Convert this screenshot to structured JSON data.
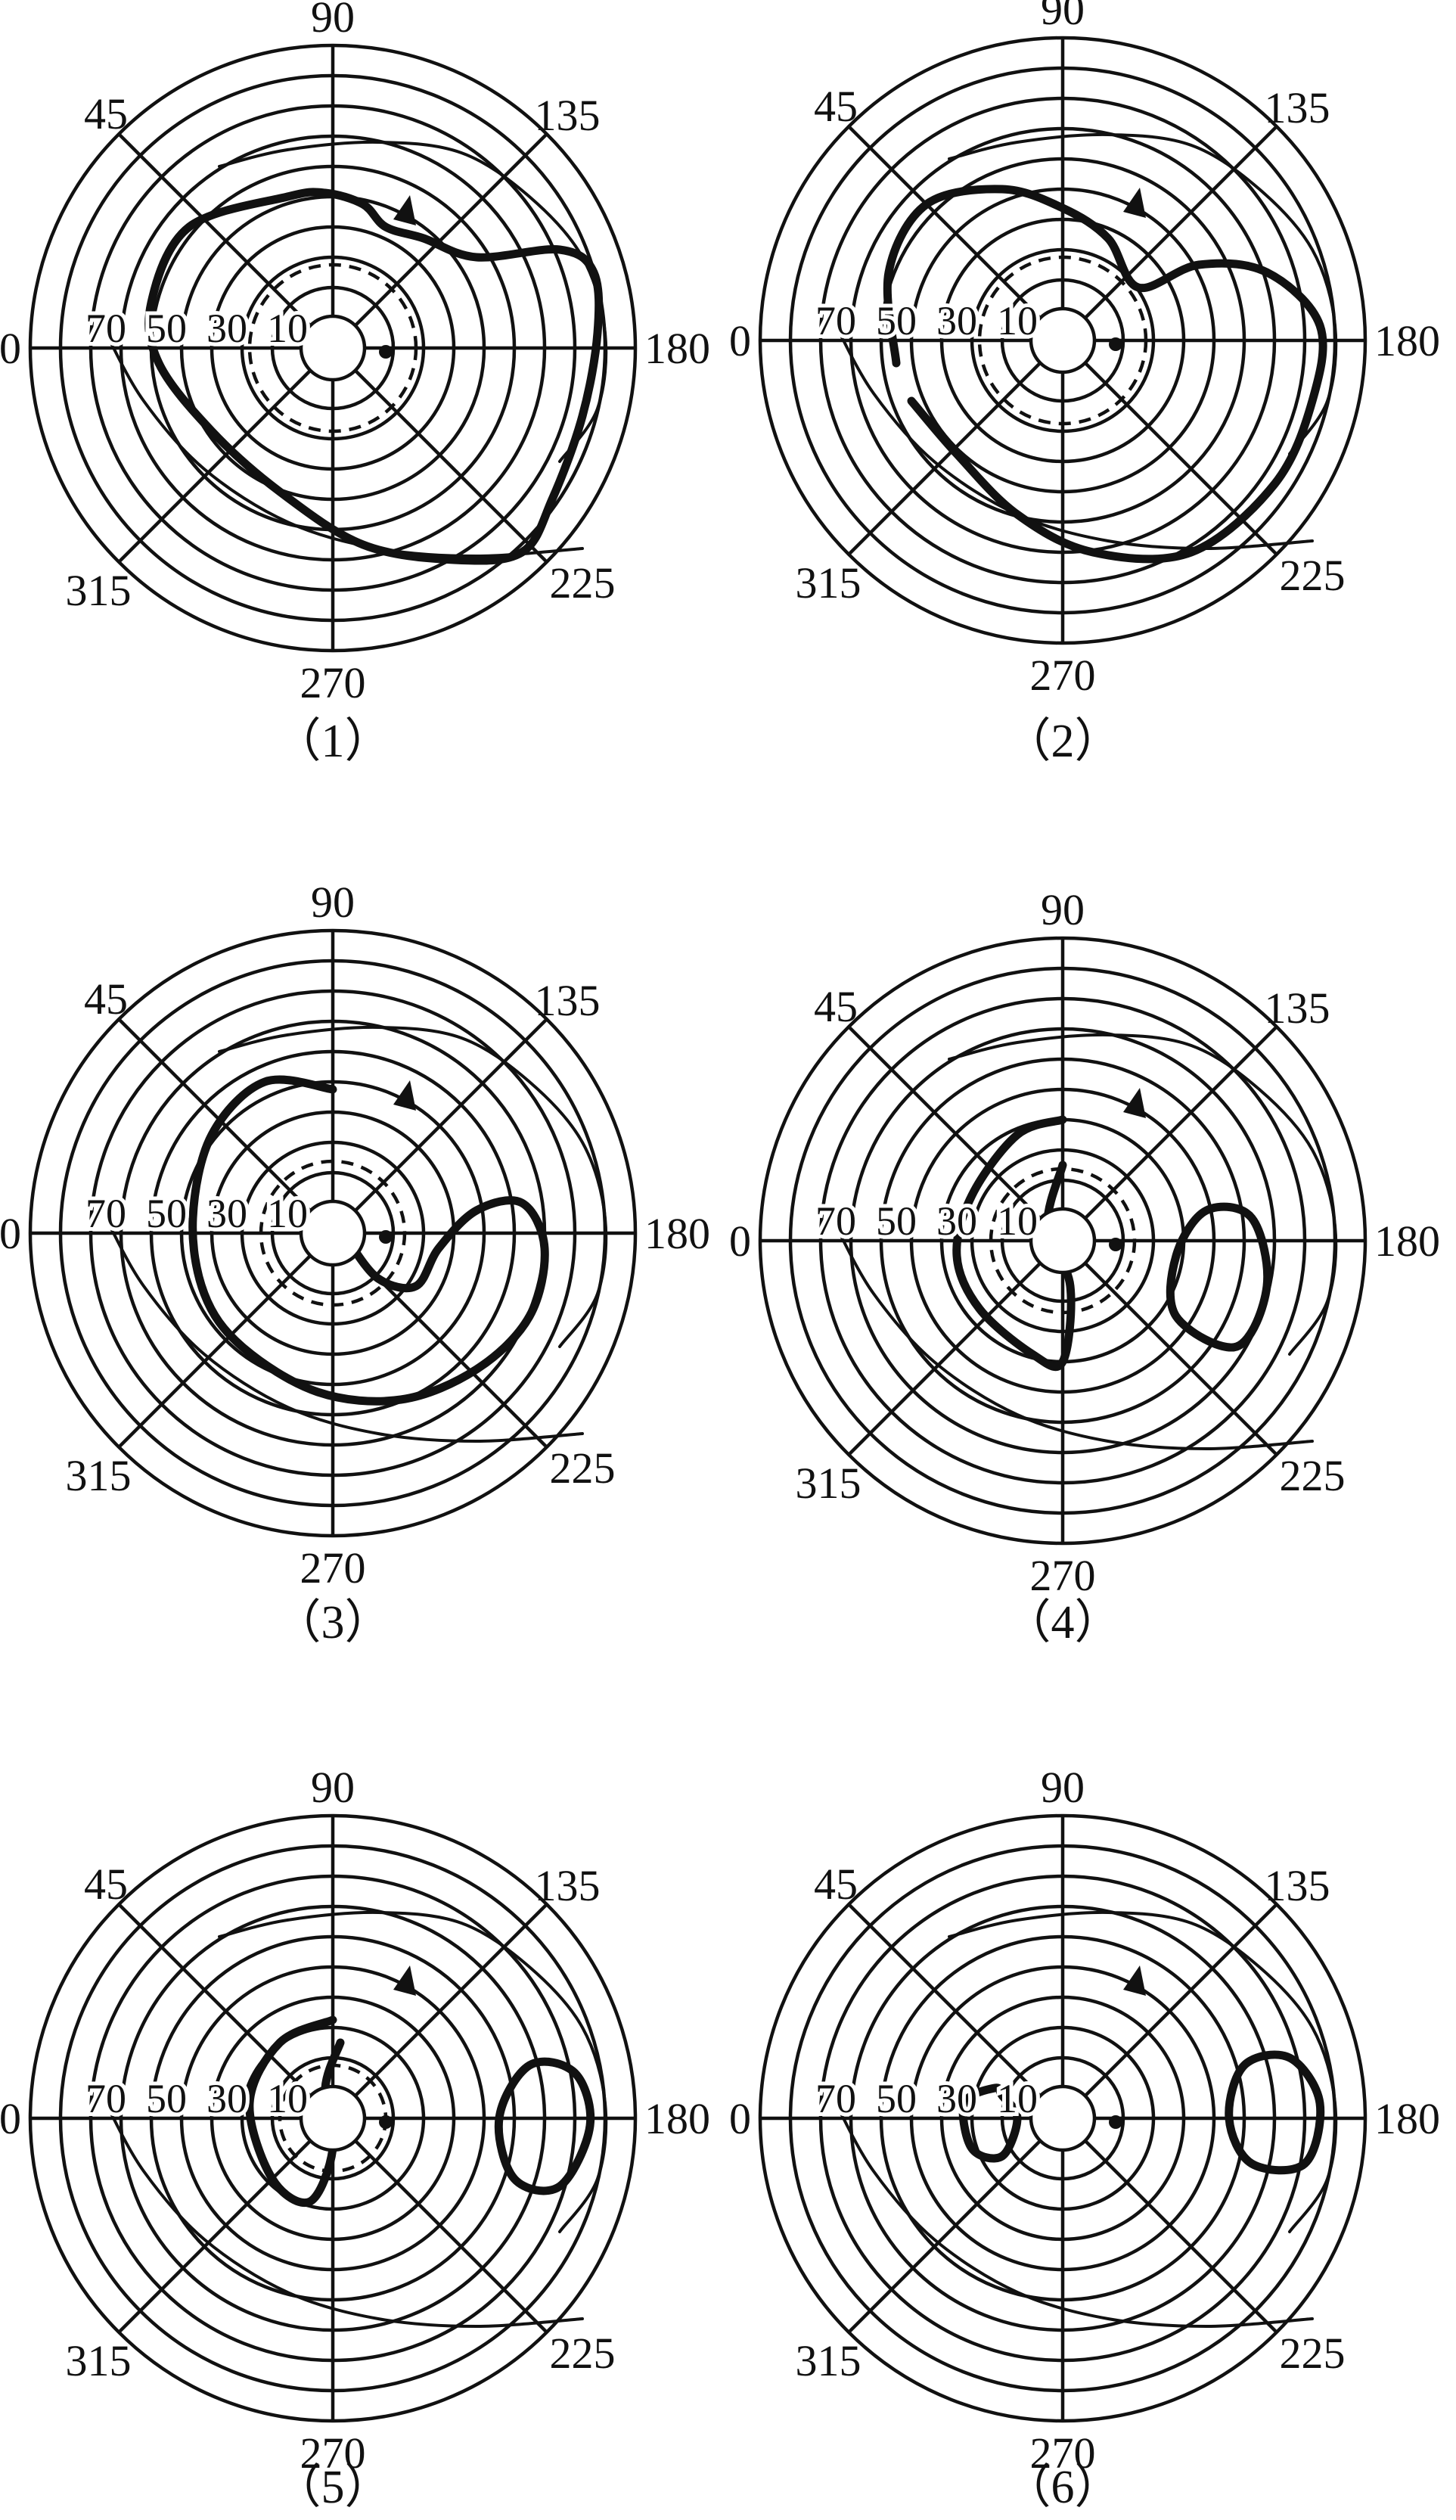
{
  "figure": {
    "axis_labels": {
      "a0": "0",
      "a45": "45",
      "a90": "90",
      "a135": "135",
      "a180": "180",
      "a225": "225",
      "a270": "270",
      "a315": "315"
    },
    "ring_labels": [
      "70",
      "50",
      "30",
      "10"
    ],
    "panels": [
      {
        "label": "（1）"
      },
      {
        "label": "（2）"
      },
      {
        "label": "（3）"
      },
      {
        "label": "（4）"
      },
      {
        "label": "（5）"
      },
      {
        "label": "（6）"
      }
    ]
  }
}
